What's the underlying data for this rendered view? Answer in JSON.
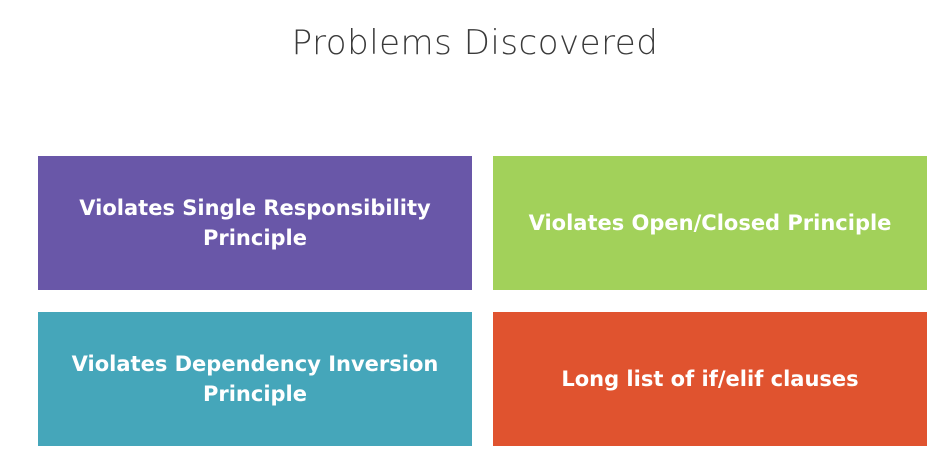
{
  "slide": {
    "title": "Problems Discovered"
  },
  "boxes": [
    {
      "label": "Violates Single Responsibility Principle",
      "color": "#6957a8"
    },
    {
      "label": "Violates Open/Closed Principle",
      "color": "#a2d15a"
    },
    {
      "label": "Violates Dependency Inversion Principle",
      "color": "#45a6ba"
    },
    {
      "label": "Long list of if/elif clauses",
      "color": "#e0532f"
    }
  ]
}
